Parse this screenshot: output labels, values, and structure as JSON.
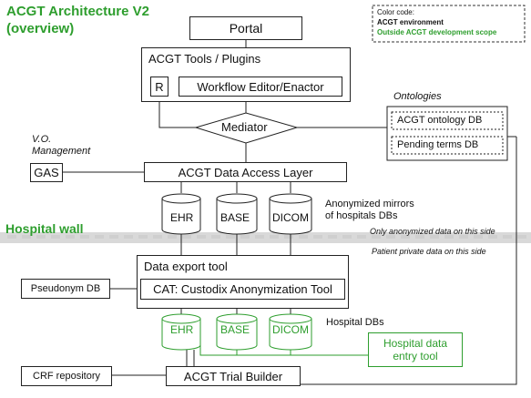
{
  "title_line1": "ACGT Architecture V2",
  "title_line2": "(overview)",
  "legend": {
    "heading": "Color code:",
    "item1": "ACGT environment",
    "item2": "Outside ACGT development scope"
  },
  "portal": "Portal",
  "tools": {
    "title": "ACGT Tools / Plugins",
    "r": "R",
    "workflow": "Workflow Editor/Enactor"
  },
  "mediator": "Mediator",
  "ontologies": {
    "title": "Ontologies",
    "db": "ACGT ontology DB",
    "pending": "Pending terms DB"
  },
  "vo": {
    "line1": "V.O.",
    "line2": "Management",
    "gas": "GAS"
  },
  "data_access": "ACGT Data Access Layer",
  "mirrors": {
    "ehr": "EHR",
    "base": "BASE",
    "dicom": "DICOM",
    "label1": "Anonymized mirrors",
    "label2": "of hospitals DBs"
  },
  "hospital_wall": "Hospital wall",
  "only_anon": "Only anonymized data on this side",
  "patient_private": "Patient private data on this side",
  "export": {
    "title": "Data export tool",
    "cat": "CAT: Custodix Anonymization Tool"
  },
  "pseudonym": "Pseudonym DB",
  "hospital": {
    "ehr": "EHR",
    "base": "BASE",
    "dicom": "DICOM",
    "label": "Hospital DBs"
  },
  "entry_tool": {
    "line1": "Hospital data",
    "line2": "entry tool"
  },
  "crf": "CRF repository",
  "trial_builder": "ACGT Trial Builder"
}
